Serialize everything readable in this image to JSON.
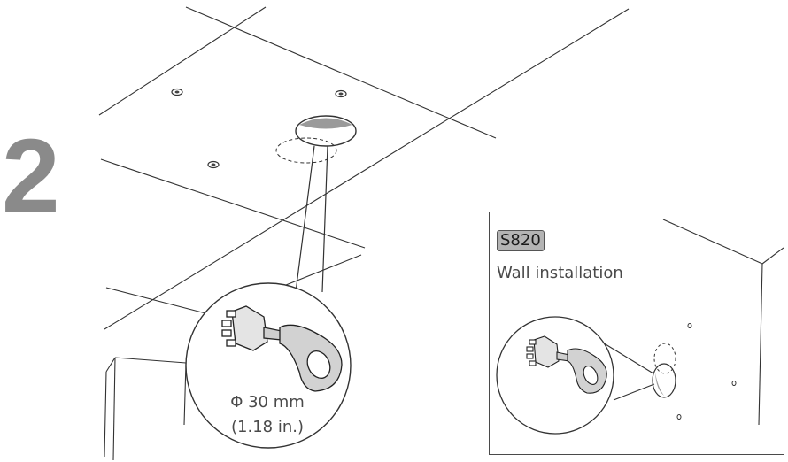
{
  "step": {
    "number": "2"
  },
  "magnifier": {
    "diameter_label": "Φ 30 mm",
    "inch_label": "(1.18 in.)"
  },
  "inset": {
    "badge": "S820",
    "caption": "Wall installation"
  },
  "icons": {
    "tool": "tool-key-icon",
    "screw": "screw-head-icon",
    "hole": "cable-hole-icon"
  },
  "colors": {
    "line": "#333333",
    "step_number": "#8a8a8a",
    "tool_fill": "#d2d2d2",
    "hole_fill": "#9a9a9a",
    "badge": "#b4b4b4"
  }
}
